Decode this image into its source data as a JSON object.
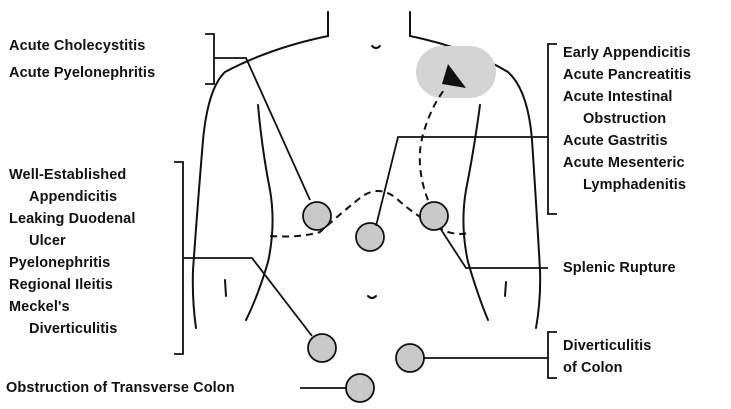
{
  "diagram": {
    "colors": {
      "ink": "#111111",
      "spot_fill": "#c9c9c9",
      "shoulder_fill": "#d4d4d4"
    },
    "icons": {
      "radiation_arrow": "arrow-up-icon"
    },
    "groups": {
      "upper_left": [
        "Acute Cholecystitis",
        "Acute Pyelonephritis"
      ],
      "middle_left": [
        [
          "Well-Established",
          "Appendicitis"
        ],
        [
          "Leaking Duodenal",
          "Ulcer"
        ],
        [
          "Pyelonephritis"
        ],
        [
          "Regional Ileitis"
        ],
        [
          "Meckel's",
          "Diverticulitis"
        ]
      ],
      "upper_right": [
        [
          "Early Appendicitis"
        ],
        [
          "Acute Pancreatitis"
        ],
        [
          "Acute Intestinal",
          "Obstruction"
        ],
        [
          "Acute Gastritis"
        ],
        [
          "Acute Mesenteric",
          "Lymphadenitis"
        ]
      ],
      "splenic": "Splenic Rupture",
      "diverticulitis": [
        "Diverticulitis",
        "of Colon"
      ],
      "transverse": "Obstruction of Transverse Colon"
    }
  }
}
